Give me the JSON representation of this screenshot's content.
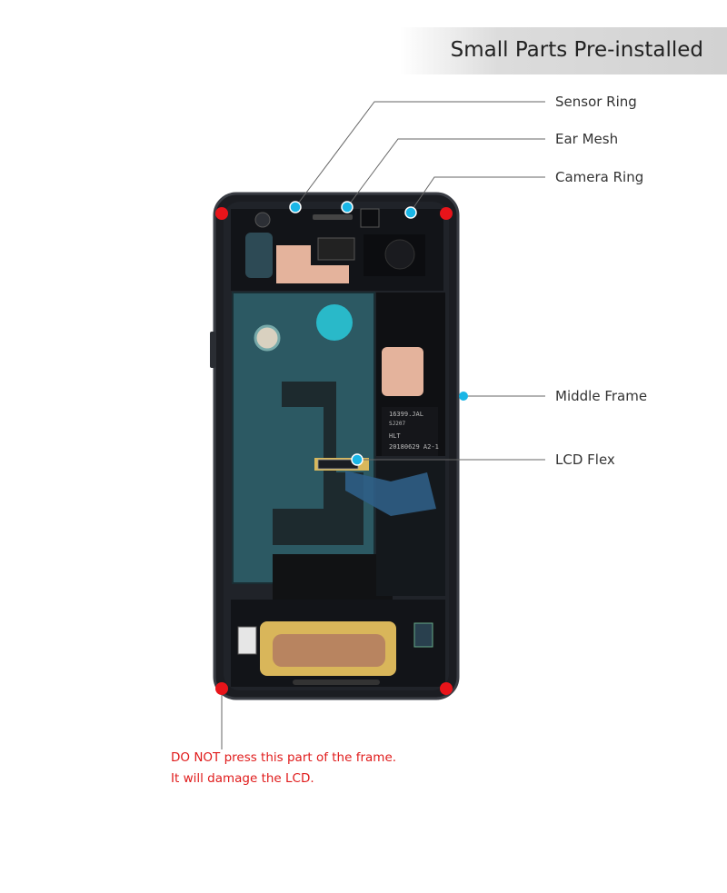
{
  "header": {
    "title": "Small Parts Pre-installed"
  },
  "callouts": {
    "sensor_ring": "Sensor Ring",
    "ear_mesh": "Ear Mesh",
    "camera_ring": "Camera Ring",
    "middle_frame": "Middle Frame",
    "lcd_flex": "LCD Flex"
  },
  "chip_text": {
    "line1": "16399.JAL",
    "line2": "SJ207",
    "line3": "HLT",
    "line4": "20180629  A2-1"
  },
  "warning": {
    "line1": "DO NOT press this part of the frame.",
    "line2": "It will damage the LCD."
  },
  "colors": {
    "callout_dot": "#1ab6e6",
    "warning_dot": "#e8141a",
    "warning_text": "#e01b1b",
    "frame": "#1b1d22",
    "panel": "#2c5963",
    "copper": "#e4b39c",
    "flex_yellow": "#d9b65a"
  }
}
